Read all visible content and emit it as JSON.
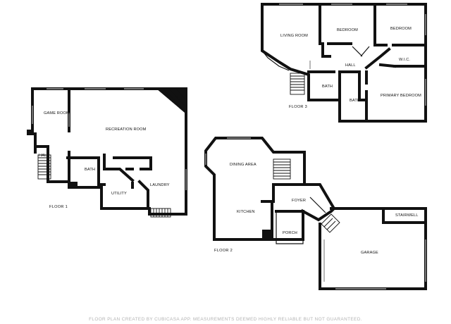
{
  "floors": {
    "floor_1": {
      "label": "FLOOR 1",
      "rooms": {
        "game_room": "GAME ROOM",
        "recreation_room": "RECREATION ROOM",
        "hall": "HALL",
        "bath": "BATH",
        "utility": "UTILITY",
        "laundry": "LAUNDRY"
      }
    },
    "floor_2": {
      "label": "FLOOR 2",
      "rooms": {
        "dining_area": "DINING AREA",
        "foyer": "FOYER",
        "kitchen": "KITCHEN",
        "porch": "PORCH",
        "stairwell": "STAIRWELL",
        "garage": "GARAGE"
      }
    },
    "floor_3": {
      "label": "FLOOR 3",
      "rooms": {
        "living_room": "LIVING ROOM",
        "bedroom_1": "BEDROOM",
        "bedroom_2": "BEDROOM",
        "hall": "HALL",
        "wic": "W.I.C.",
        "bath_1": "BATH",
        "bath_2": "BATH",
        "primary_bedroom": "PRIMARY BEDROOM"
      }
    }
  },
  "footer": {
    "disclaimer": "FLOOR PLAN CREATED BY CUBICASA APP. MEASUREMENTS DEEMED HIGHLY RELIABLE BUT NOT GUARANTEED."
  }
}
